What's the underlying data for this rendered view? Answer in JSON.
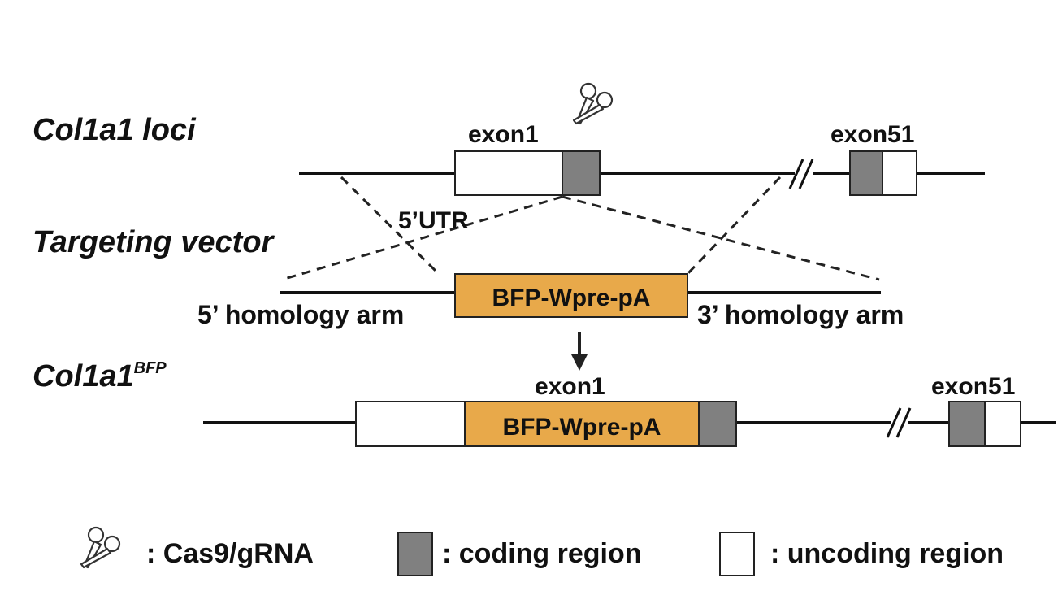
{
  "rows": {
    "loci_label": "Col1a1 loci",
    "vector_label": "Targeting vector",
    "bfp_label_main": "Col1a1",
    "bfp_label_sup": "BFP"
  },
  "labels": {
    "exon1_top": "exon1",
    "exon51_top": "exon51",
    "utr": "5’UTR",
    "cassette_vector": "BFP-Wpre-pA",
    "arm5": "5’ homology arm",
    "arm3": "3’ homology arm",
    "exon1_bottom": "exon1",
    "exon51_bottom": "exon51",
    "cassette_bottom": "BFP-Wpre-pA"
  },
  "legend": {
    "cas9": ": Cas9/gRNA",
    "coding": ": coding region",
    "uncoding": ": uncoding region"
  },
  "colors": {
    "coding": "#808080",
    "uncoding": "#ffffff",
    "cassette": "#e8a94a",
    "line": "#111111"
  },
  "icons": {
    "scissors": "scissors-icon",
    "arrow": "arrow-down-icon",
    "break": "axis-break-icon"
  }
}
